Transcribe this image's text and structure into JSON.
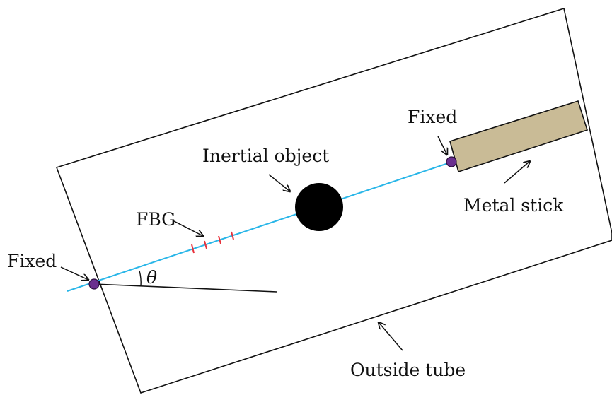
{
  "labels": {
    "fixed_left": "Fixed",
    "fixed_right": "Fixed",
    "fbg": "FBG",
    "inertial_object": "Inertial object",
    "metal_stick": "Metal stick",
    "outside_tube": "Outside tube",
    "angle": "θ"
  },
  "colors": {
    "fiber": "#29b6e8",
    "fbg_marks": "#e8323c",
    "fixed_point": "#6a2f8f",
    "inertial_object": "#000000",
    "metal_stick": "#c9bb96",
    "outline": "#111111"
  }
}
